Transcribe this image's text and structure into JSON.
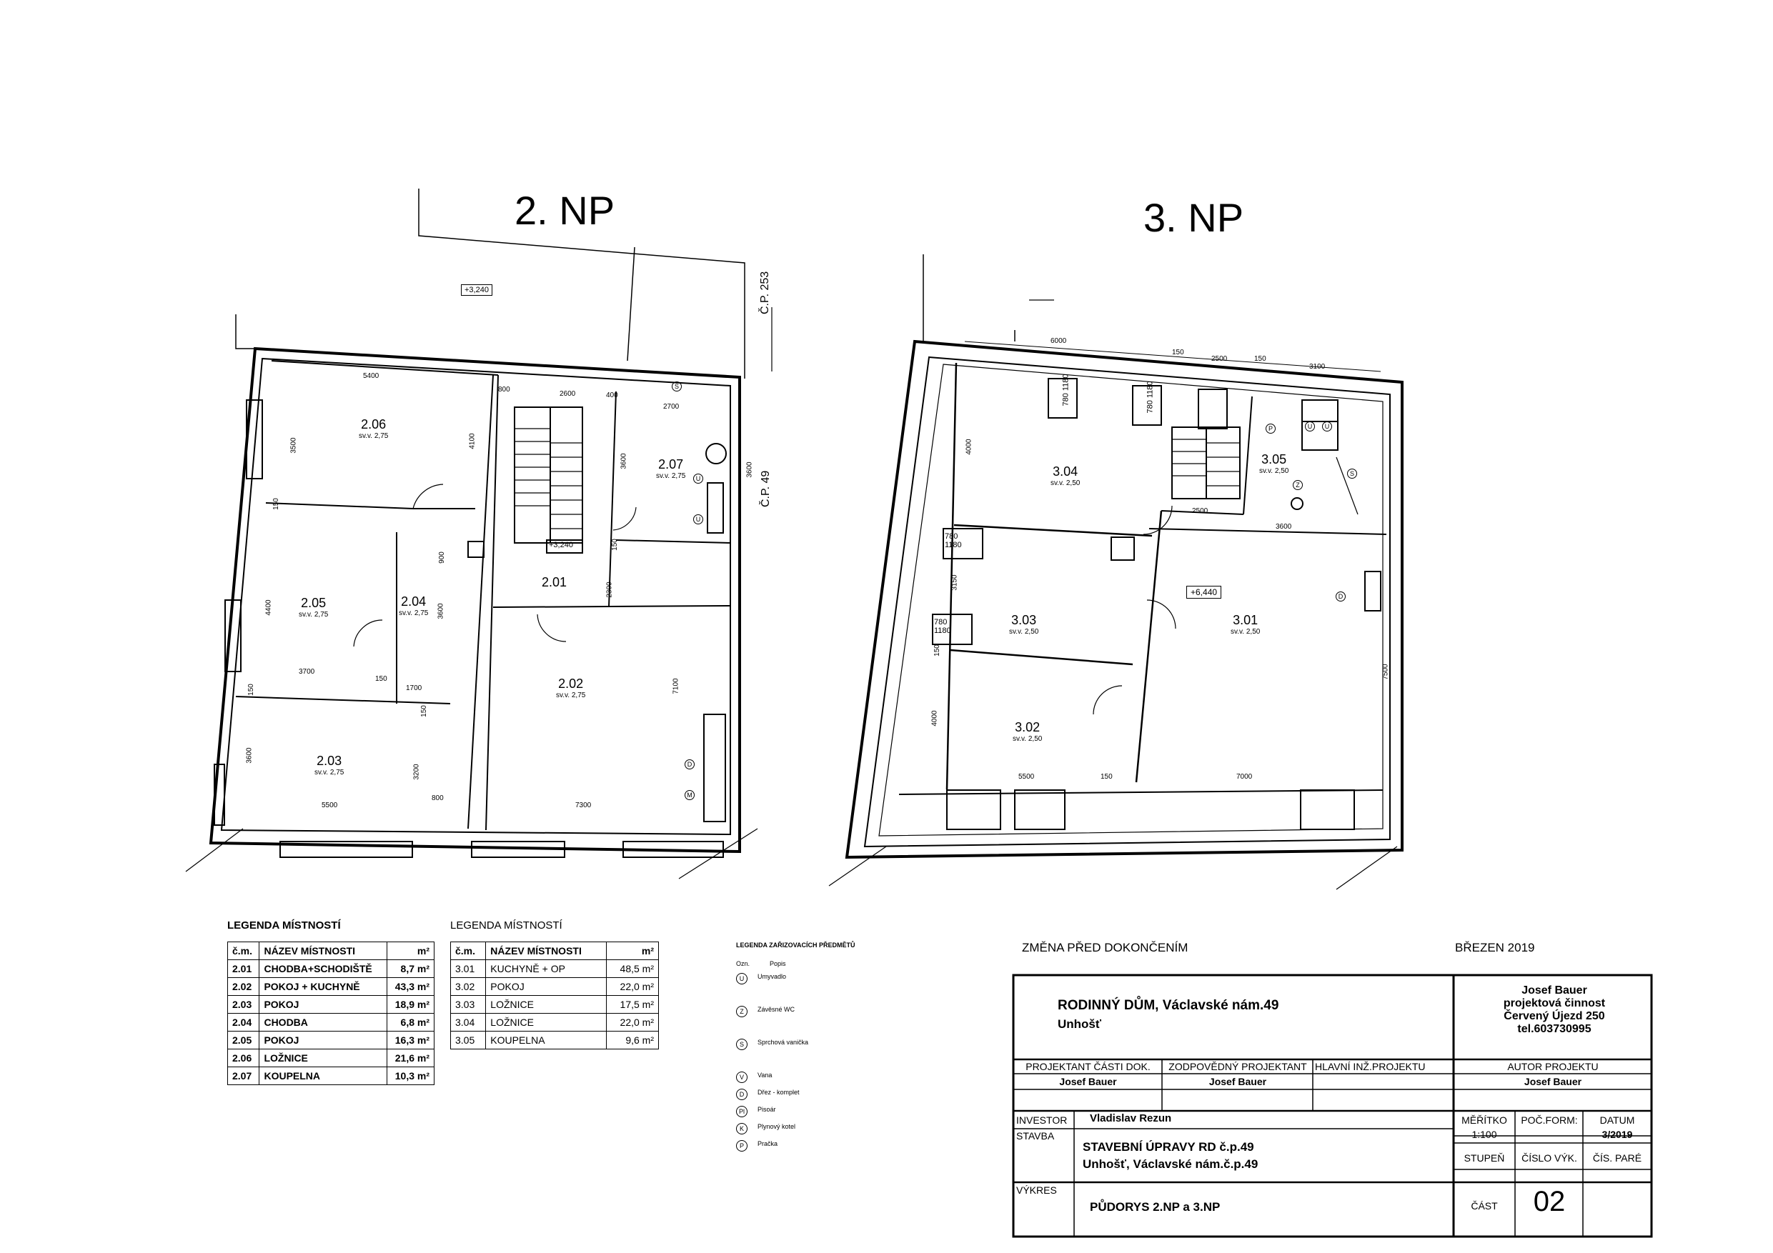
{
  "floor2": {
    "title": "2. NP",
    "level": "+3,240",
    "stair_level": "+3,240",
    "neighbour_a": "Č.P. 253",
    "neighbour_b": "Č.P. 49",
    "rooms": [
      {
        "id": "2.06",
        "h": "sv.v. 2,75"
      },
      {
        "id": "2.07",
        "h": "sv.v. 2,75"
      },
      {
        "id": "2.05",
        "h": "sv.v. 2,75"
      },
      {
        "id": "2.04",
        "h": "sv.v. 2,75"
      },
      {
        "id": "2.01",
        "h": ""
      },
      {
        "id": "2.02",
        "h": "sv.v. 2,75"
      },
      {
        "id": "2.03",
        "h": "sv.v. 2,75"
      }
    ],
    "dims": [
      "5400",
      "800",
      "2600",
      "400",
      "2700",
      "3600",
      "4100",
      "3600",
      "3500",
      "150",
      "4400",
      "900",
      "3600",
      "2300",
      "150",
      "3700",
      "150",
      "1700",
      "150",
      "3600",
      "3200",
      "7100",
      "5500",
      "800",
      "7300",
      "150"
    ],
    "fixtures": [
      "U",
      "U",
      "S",
      "D",
      "M"
    ]
  },
  "floor3": {
    "title": "3. NP",
    "level": "+6,440",
    "rooms": [
      {
        "id": "3.04",
        "h": "sv.v. 2,50"
      },
      {
        "id": "3.05",
        "h": "sv.v. 2,50"
      },
      {
        "id": "3.03",
        "h": "sv.v. 2,50"
      },
      {
        "id": "3.01",
        "h": "sv.v. 2,50"
      },
      {
        "id": "3.02",
        "h": "sv.v. 2,50"
      }
    ],
    "dims": [
      "6000",
      "150",
      "2500",
      "150",
      "3100",
      "4000",
      "2500",
      "3600",
      "3150",
      "150",
      "4000",
      "5500",
      "150",
      "7000",
      "7500"
    ],
    "windows": [
      "780",
      "1180"
    ],
    "fixtures": [
      "P",
      "U",
      "U",
      "Z",
      "S",
      "D"
    ]
  },
  "legend_rooms_2": {
    "title": "LEGENDA MÍSTNOSTÍ",
    "headers": [
      "č.m.",
      "NÁZEV MÍSTNOSTI",
      "m²"
    ],
    "rows": [
      [
        "2.01",
        "CHODBA+SCHODIŠTĚ",
        "8,7 m²"
      ],
      [
        "2.02",
        "POKOJ + KUCHYNĚ",
        "43,3 m²"
      ],
      [
        "2.03",
        "POKOJ",
        "18,9 m²"
      ],
      [
        "2.04",
        "CHODBA",
        "6,8 m²"
      ],
      [
        "2.05",
        "POKOJ",
        "16,3 m²"
      ],
      [
        "2.06",
        "LOŽNICE",
        "21,6 m²"
      ],
      [
        "2.07",
        "KOUPELNA",
        "10,3 m²"
      ]
    ]
  },
  "legend_rooms_3": {
    "title": "LEGENDA MÍSTNOSTÍ",
    "headers": [
      "č.m.",
      "NÁZEV MÍSTNOSTI",
      "m²"
    ],
    "rows": [
      [
        "3.01",
        "KUCHYNĚ + OP",
        "48,5 m²"
      ],
      [
        "3.02",
        "POKOJ",
        "22,0 m²"
      ],
      [
        "3.03",
        "LOŽNICE",
        "17,5 m²"
      ],
      [
        "3.04",
        "LOŽNICE",
        "22,0 m²"
      ],
      [
        "3.05",
        "KOUPELNA",
        "9,6 m²"
      ]
    ]
  },
  "legend_fixtures": {
    "title": "LEGENDA ZAŘIZOVACÍCH PŘEDMĚTŮ",
    "col_a": "Ozn.",
    "col_b": "Popis",
    "items": [
      {
        "sym": "U",
        "text": "Umyvadlo"
      },
      {
        "sym": "Z",
        "text": "Závěsné WC"
      },
      {
        "sym": "S",
        "text": "Sprchová vanička"
      },
      {
        "sym": "V",
        "text": "Vana"
      },
      {
        "sym": "D",
        "text": "Dřez - komplet"
      },
      {
        "sym": "Pl",
        "text": "Pisoár"
      },
      {
        "sym": "K",
        "text": "Plynový kotel"
      },
      {
        "sym": "P",
        "text": "Pračka"
      }
    ]
  },
  "notes": {
    "left": "ZMĚNA PŘED DOKONČENÍM",
    "right": "BŘEZEN 2019"
  },
  "titleblock": {
    "project": "RODINNÝ DŮM, Václavské nám.49",
    "town": "Unhošť",
    "author_lines": [
      "Josef Bauer",
      "projektová činnost",
      "Červený Újezd 250",
      "tel.603730995"
    ],
    "h_part": "PROJEKTANT ČÁSTI DOK.",
    "h_resp": "ZODPOVĚDNÝ PROJEKTANT",
    "h_chief": "HLAVNÍ INŽ.PROJEKTU",
    "h_author": "AUTOR PROJEKTU",
    "v_part": "Josef Bauer",
    "v_resp": "Josef Bauer",
    "v_author": "Josef Bauer",
    "investor_label": "INVESTOR",
    "investor": "Vladislav Rezun",
    "stavba_label": "STAVBA",
    "stavba_1": "STAVEBNÍ ÚPRAVY RD  č.p.49",
    "stavba_2": "Unhošť, Václavské nám.č.p.49",
    "vykres_label": "VÝKRES",
    "vykres": "PŮDORYS 2.NP a 3.NP",
    "meritko_label": "MĚŘÍTKO",
    "meritko": "1:100",
    "pocform_label": "POČ.FORM:",
    "datum_label": "DATUM",
    "datum": "3/2019",
    "stupen_label": "STUPEŇ",
    "cislo_label": "ČÍSLO VÝK.",
    "cispare_label": "ČÍS. PARÉ",
    "cast_label": "ČÁST",
    "cislo": "02"
  }
}
